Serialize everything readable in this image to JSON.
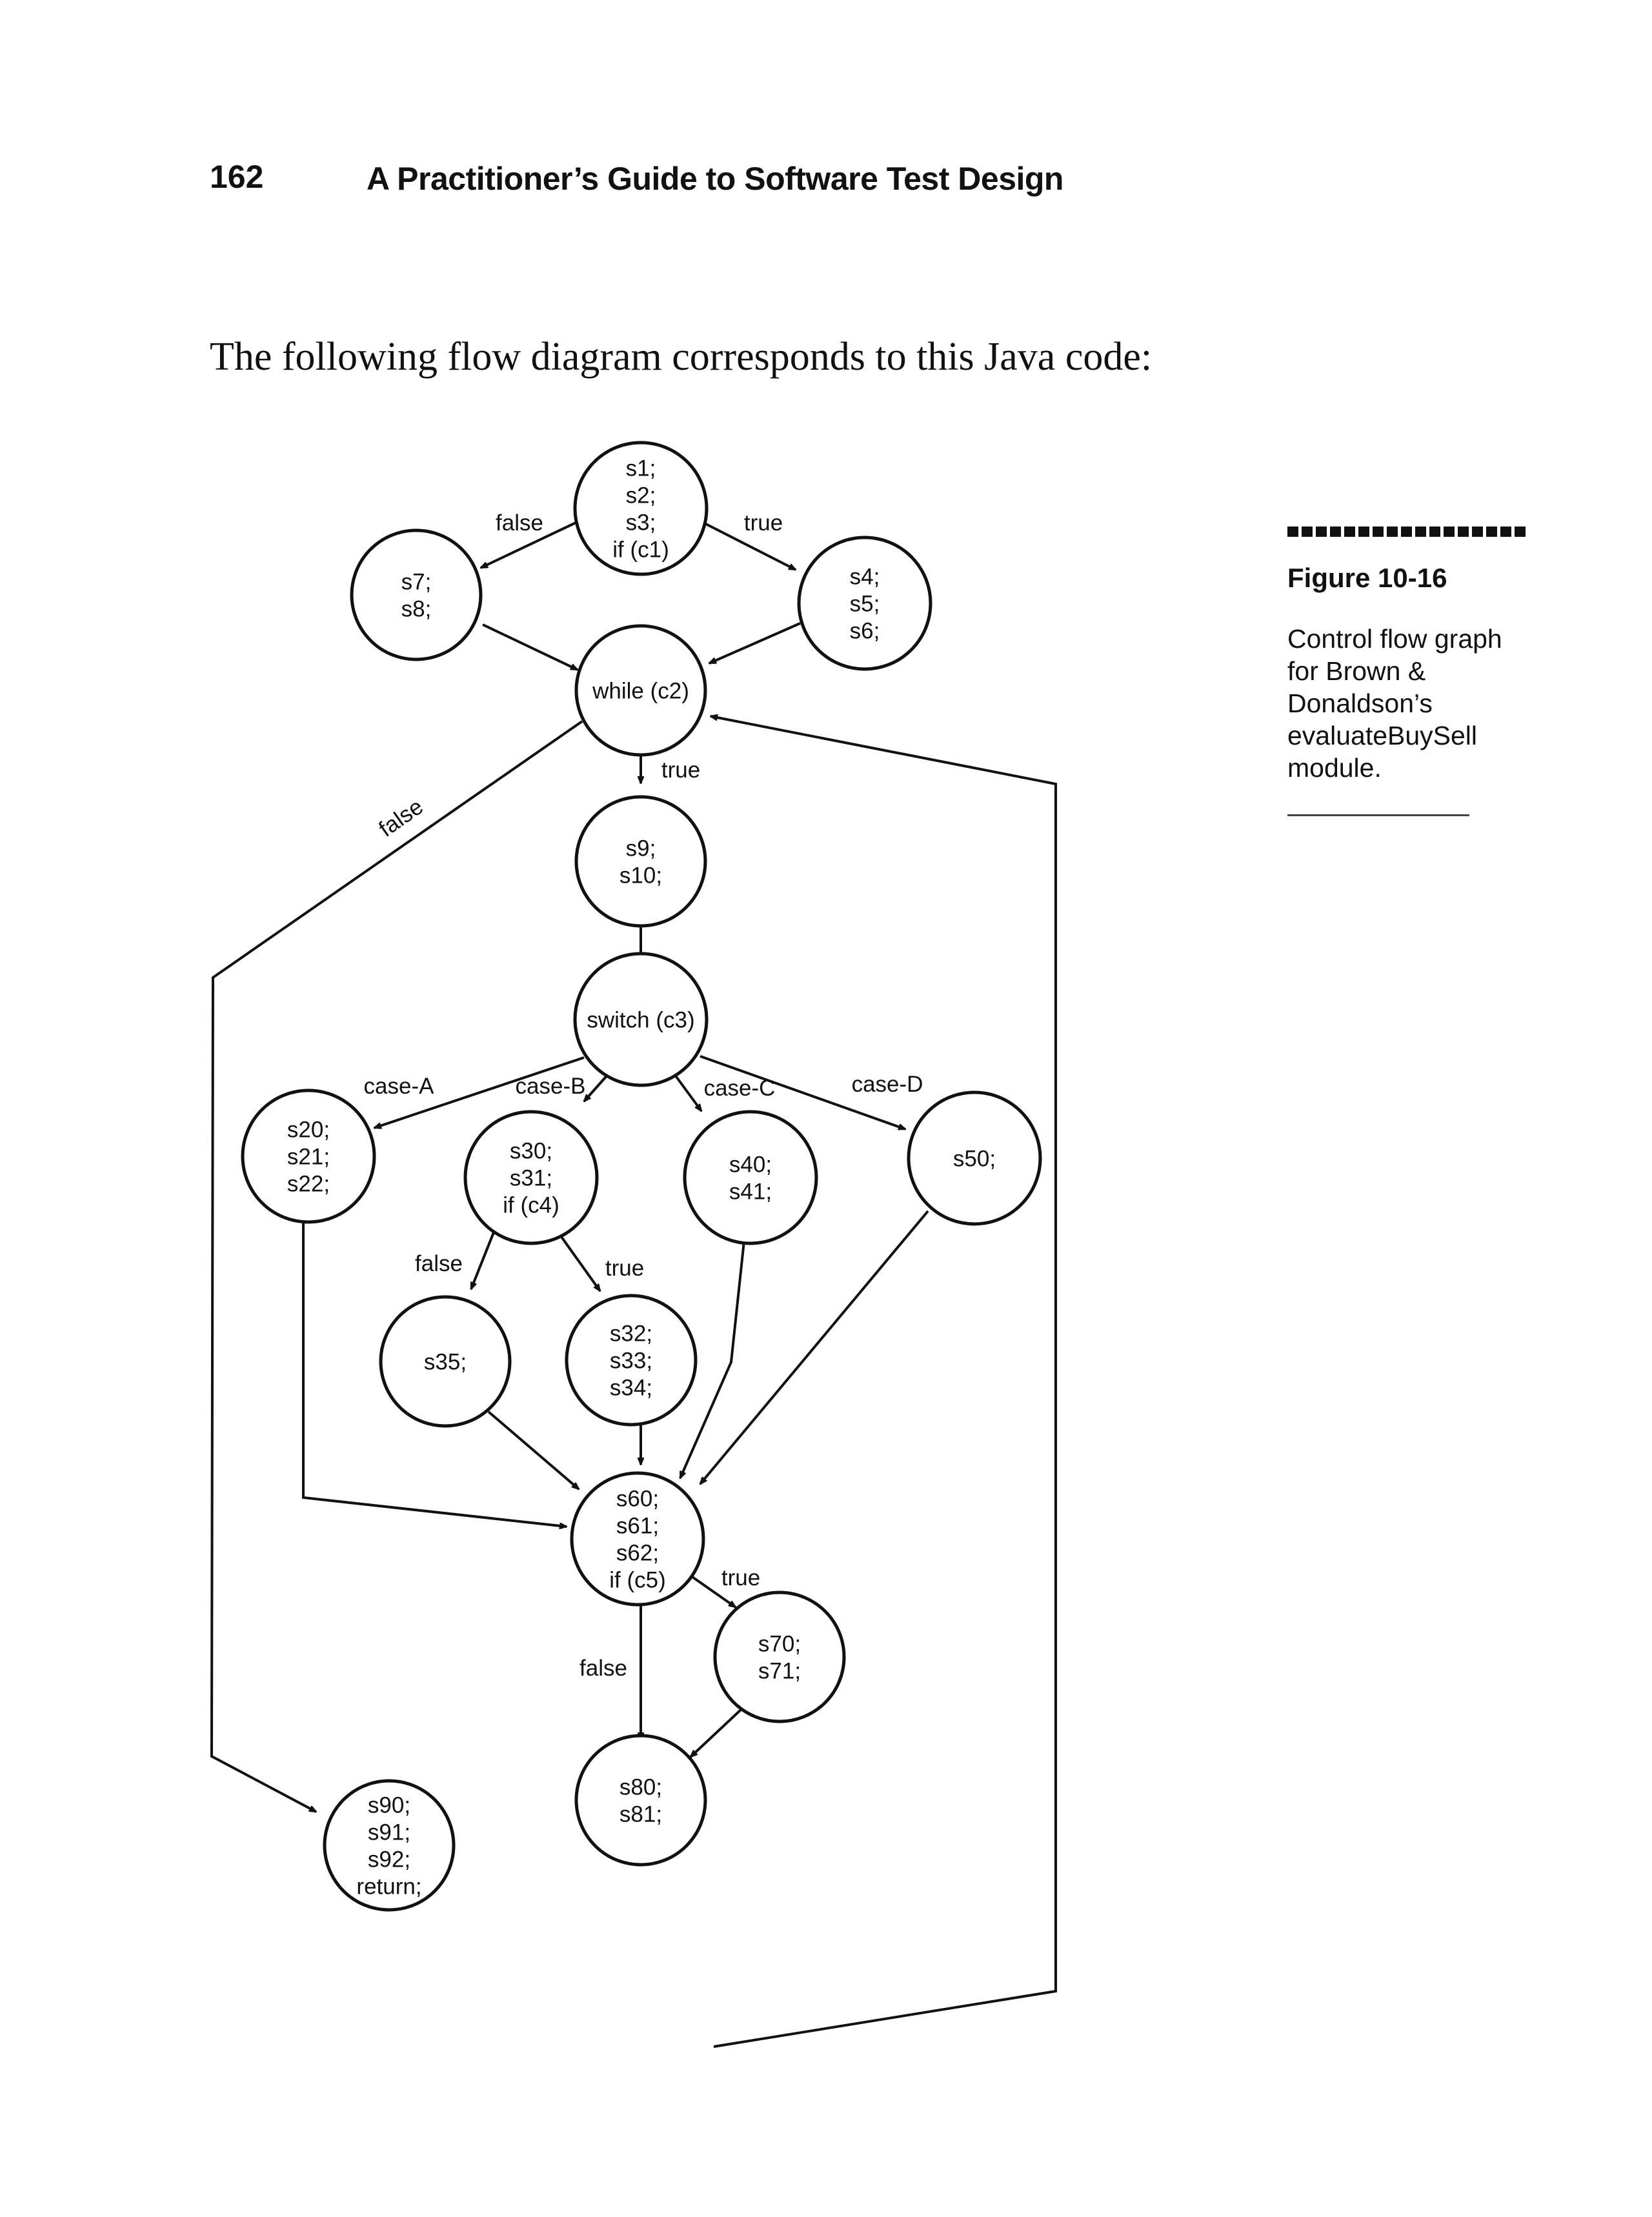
{
  "header": {
    "page_number": "162",
    "title": "A Practitioner’s Guide to Software Test Design"
  },
  "intro_text": "The following flow diagram corresponds to this Java code:",
  "figure": {
    "label": "Figure 10-16",
    "caption_lines": [
      "Control flow graph",
      "for Brown &",
      "Donaldson’s",
      "evaluateBuySell",
      "module."
    ]
  },
  "diagram": {
    "nodes": [
      {
        "id": "n1",
        "lines": [
          "s1;",
          "s2;",
          "s3;",
          "if (c1)"
        ]
      },
      {
        "id": "n7",
        "lines": [
          "s7;",
          "s8;"
        ]
      },
      {
        "id": "n4",
        "lines": [
          "s4;",
          "s5;",
          "s6;"
        ]
      },
      {
        "id": "nwhile",
        "lines": [
          "while (c2)"
        ]
      },
      {
        "id": "n9",
        "lines": [
          "s9;",
          "s10;"
        ]
      },
      {
        "id": "nswitch",
        "lines": [
          "switch (c3)"
        ]
      },
      {
        "id": "n20",
        "lines": [
          "s20;",
          "s21;",
          "s22;"
        ]
      },
      {
        "id": "n30",
        "lines": [
          "s30;",
          "s31;",
          "if (c4)"
        ]
      },
      {
        "id": "n40",
        "lines": [
          "s40;",
          "s41;"
        ]
      },
      {
        "id": "n50",
        "lines": [
          "s50;"
        ]
      },
      {
        "id": "n35",
        "lines": [
          "s35;"
        ]
      },
      {
        "id": "n32",
        "lines": [
          "s32;",
          "s33;",
          "s34;"
        ]
      },
      {
        "id": "n60",
        "lines": [
          "s60;",
          "s61;",
          "s62;",
          "if (c5)"
        ]
      },
      {
        "id": "n70",
        "lines": [
          "s70;",
          "s71;"
        ]
      },
      {
        "id": "n80",
        "lines": [
          "s80;",
          "s81;"
        ]
      },
      {
        "id": "n90",
        "lines": [
          "s90;",
          "s91;",
          "s92;",
          "return;"
        ]
      }
    ],
    "edge_labels": {
      "c1_false": "false",
      "c1_true": "true",
      "c2_true": "true",
      "c2_false": "false",
      "case_a": "case-A",
      "case_b": "case-B",
      "case_c": "case-C",
      "case_d": "case-D",
      "c4_false": "false",
      "c4_true": "true",
      "c5_true": "true",
      "c5_false": "false"
    }
  }
}
